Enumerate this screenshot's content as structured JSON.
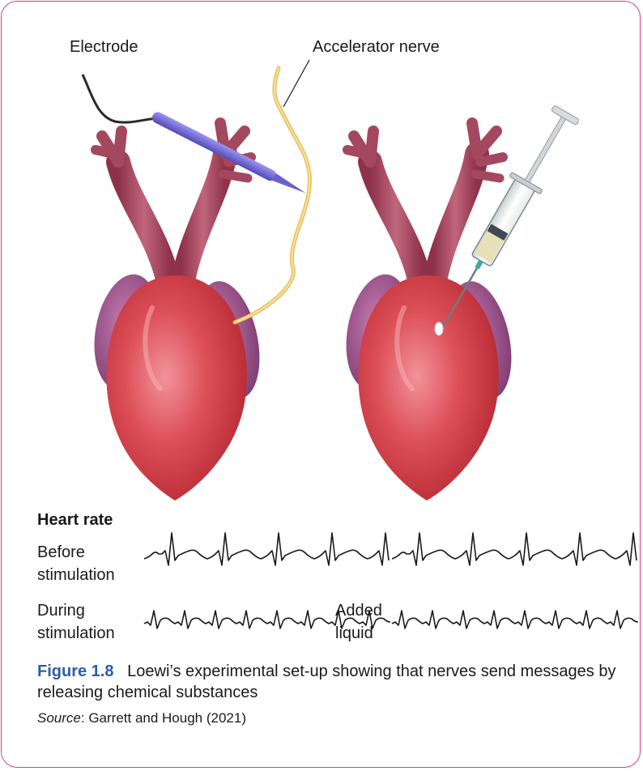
{
  "labels": {
    "electrode": "Electrode",
    "accelerator_nerve": "Accelerator nerve"
  },
  "heart_rate": {
    "heading": "Heart rate",
    "before_line1": "Before",
    "before_line2": "stimulation",
    "during_line1": "During",
    "during_line2": "stimulation",
    "added_line1": "Added",
    "added_line2": "liquid"
  },
  "caption": {
    "figure_label": "Figure 1.8",
    "text": "Loewi’s experimental set-up showing that nerves send messages by releasing chemical substances",
    "source_label": "Source",
    "source_text": ": Garrett and Hough (2021)"
  },
  "colors": {
    "frame": "#d63e86",
    "figure_label": "#2d5da8",
    "heart": "#d9464f",
    "vessels": "#a3485f",
    "atria": "#9a4a86",
    "nerve": "#f0cc6c",
    "electrode": "#6a62c8"
  },
  "icons": {
    "left_heart": "heart-illustration",
    "right_heart": "heart-illustration",
    "electrode": "electrode-probe",
    "syringe": "syringe"
  }
}
